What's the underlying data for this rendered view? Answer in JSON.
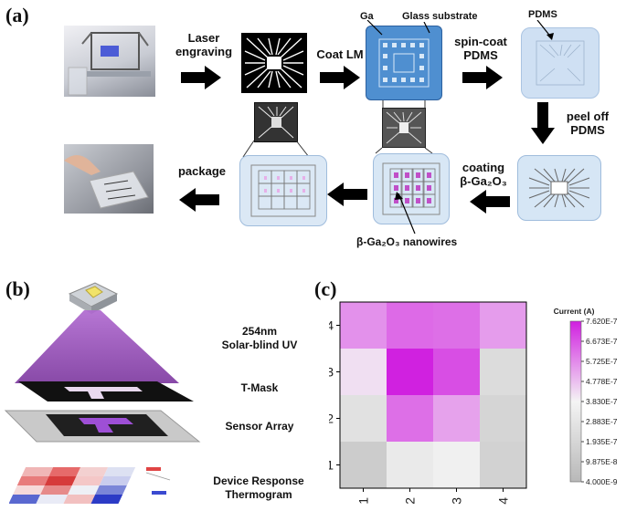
{
  "panel_a": {
    "label": "(a)",
    "steps": {
      "laser": "Laser\nengraving",
      "coat_lm": "Coat LM",
      "spin_coat": "spin-coat\nPDMS",
      "peel_off": "peel off\nPDMS",
      "coating": "coating\nβ-Ga₂O₃",
      "package": "package"
    },
    "callouts": {
      "ga": "Ga",
      "glass": "Glass substrate",
      "pdms": "PDMS",
      "nanowires": "β-Ga₂O₃ nanowires"
    }
  },
  "panel_b": {
    "label": "(b)",
    "layers": {
      "uv": "254nm\nSolar-blind UV",
      "mask": "T-Mask",
      "sensor": "Sensor Array",
      "response": "Device Response\nThermogram"
    }
  },
  "panel_c": {
    "label": "(c)"
  },
  "chart_data": {
    "type": "heatmap",
    "x_categories": [
      "1",
      "2",
      "3",
      "4"
    ],
    "y_categories": [
      "1",
      "2",
      "3",
      "4"
    ],
    "values": [
      [
        1.3e-07,
        3.2e-07,
        3.6e-07,
        1.7e-07
      ],
      [
        2.6e-07,
        6.2e-07,
        5.3e-07,
        1.9e-07
      ],
      [
        4.2e-07,
        7.6e-07,
        6.8e-07,
        2.3e-07
      ],
      [
        5.6e-07,
        6.3e-07,
        6.2e-07,
        5.4e-07
      ]
    ],
    "colorbar": {
      "title": "Current (A)",
      "ticks": [
        "7.620E-7",
        "6.673E-7",
        "5.725E-7",
        "4.778E-7",
        "3.830E-7",
        "2.883E-7",
        "1.935E-7",
        "9.875E-8",
        "4.000E-9"
      ],
      "min": 4e-09,
      "max": 7.62e-07,
      "low_color": "#b8b8b8",
      "mid_color": "#f4f4f4",
      "high_color": "#d020e0"
    }
  }
}
